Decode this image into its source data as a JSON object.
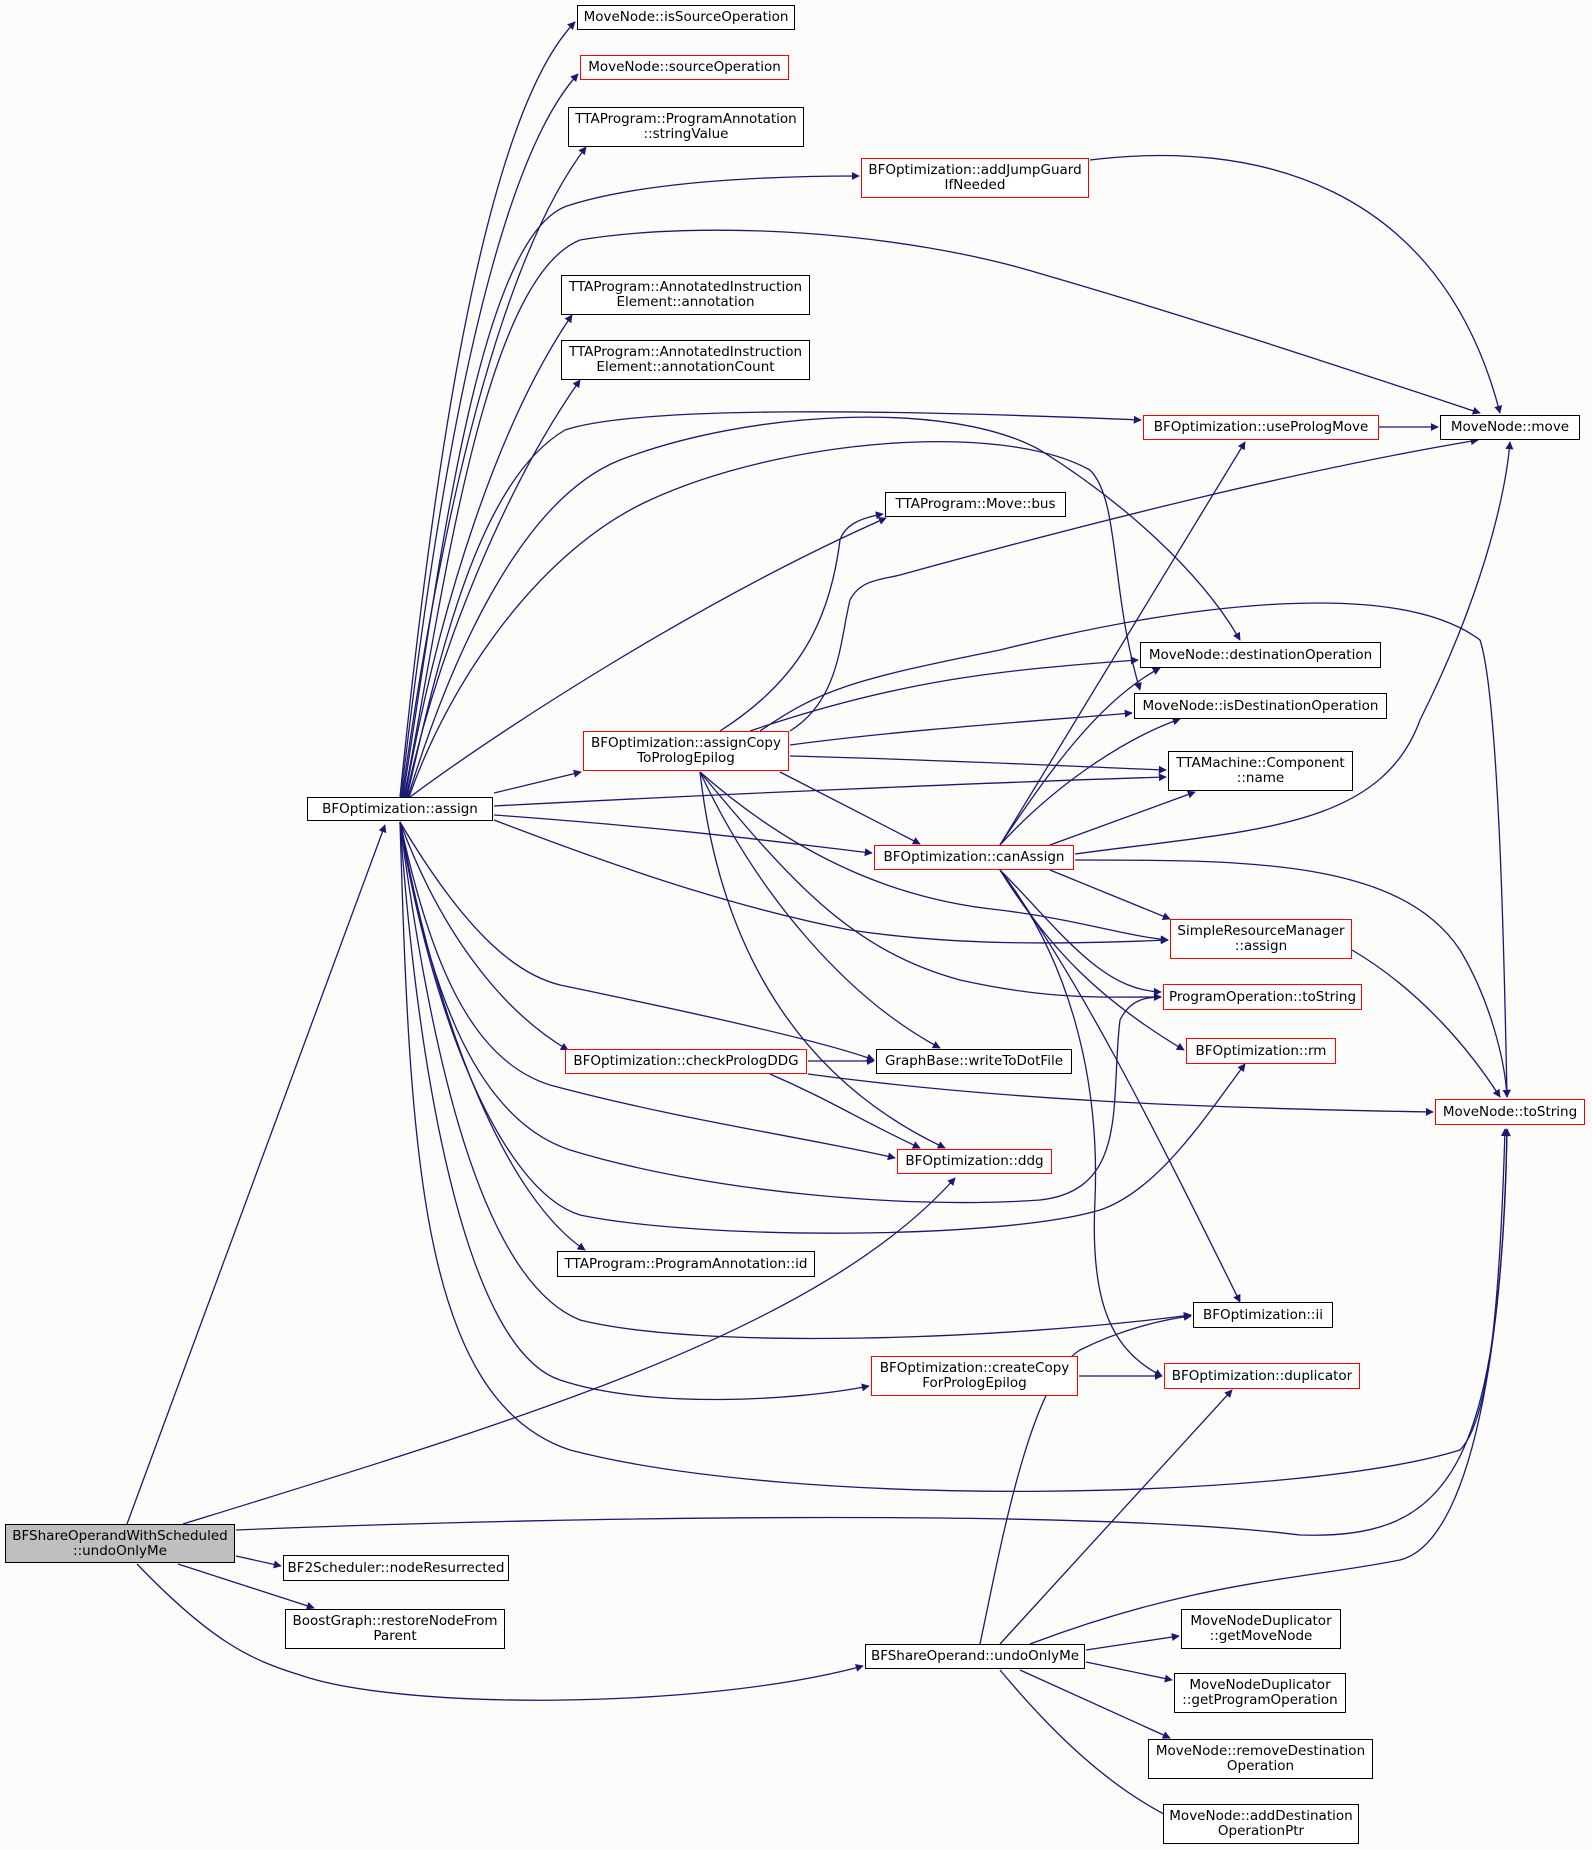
{
  "colors": {
    "edge": "#191970",
    "node_border": "#000000",
    "node_border_incomplete": "#ff0000",
    "root_fill": "#bfbfbf",
    "background": "#fcfcfa"
  },
  "nodes": {
    "root": {
      "lines": [
        "BFShareOperandWithScheduled",
        "::undoOnlyMe"
      ],
      "style": "root"
    },
    "assign": {
      "lines": [
        "BFOptimization::assign"
      ],
      "style": "normal"
    },
    "isSourceOperation": {
      "lines": [
        "MoveNode::isSourceOperation"
      ],
      "style": "normal"
    },
    "sourceOperation": {
      "lines": [
        "MoveNode::sourceOperation"
      ],
      "style": "red"
    },
    "stringValue": {
      "lines": [
        "TTAProgram::ProgramAnnotation",
        "::stringValue"
      ],
      "style": "normal"
    },
    "addJumpGuard": {
      "lines": [
        "BFOptimization::addJumpGuard",
        "IfNeeded"
      ],
      "style": "red"
    },
    "annotation": {
      "lines": [
        "TTAProgram::AnnotatedInstruction",
        "Element::annotation"
      ],
      "style": "normal"
    },
    "annotationCount": {
      "lines": [
        "TTAProgram::AnnotatedInstruction",
        "Element::annotationCount"
      ],
      "style": "normal"
    },
    "useProlog": {
      "lines": [
        "BFOptimization::usePrologMove"
      ],
      "style": "red"
    },
    "move": {
      "lines": [
        "MoveNode::move"
      ],
      "style": "normal"
    },
    "bus": {
      "lines": [
        "TTAProgram::Move::bus"
      ],
      "style": "normal"
    },
    "destOp": {
      "lines": [
        "MoveNode::destinationOperation"
      ],
      "style": "normal"
    },
    "isDestOp": {
      "lines": [
        "MoveNode::isDestinationOperation"
      ],
      "style": "normal"
    },
    "assignCopy": {
      "lines": [
        "BFOptimization::assignCopy",
        "ToPrologEpilog"
      ],
      "style": "red"
    },
    "compName": {
      "lines": [
        "TTAMachine::Component",
        "::name"
      ],
      "style": "normal"
    },
    "canAssign": {
      "lines": [
        "BFOptimization::canAssign"
      ],
      "style": "red"
    },
    "srmAssign": {
      "lines": [
        "SimpleResourceManager",
        "::assign"
      ],
      "style": "red"
    },
    "progOpToString": {
      "lines": [
        "ProgramOperation::toString"
      ],
      "style": "red"
    },
    "rm": {
      "lines": [
        "BFOptimization::rm"
      ],
      "style": "red"
    },
    "checkPrologDDG": {
      "lines": [
        "BFOptimization::checkPrologDDG"
      ],
      "style": "red"
    },
    "writeToDot": {
      "lines": [
        "GraphBase::writeToDotFile"
      ],
      "style": "normal"
    },
    "mnToString": {
      "lines": [
        "MoveNode::toString"
      ],
      "style": "red"
    },
    "ddg": {
      "lines": [
        "BFOptimization::ddg"
      ],
      "style": "red"
    },
    "annotId": {
      "lines": [
        "TTAProgram::ProgramAnnotation::id"
      ],
      "style": "normal"
    },
    "ii": {
      "lines": [
        "BFOptimization::ii"
      ],
      "style": "normal"
    },
    "createCopy": {
      "lines": [
        "BFOptimization::createCopy",
        "ForPrologEpilog"
      ],
      "style": "red"
    },
    "duplicator": {
      "lines": [
        "BFOptimization::duplicator"
      ],
      "style": "red"
    },
    "nodeResurrected": {
      "lines": [
        "BF2Scheduler::nodeResurrected"
      ],
      "style": "normal"
    },
    "restoreNode": {
      "lines": [
        "BoostGraph::restoreNodeFrom",
        "Parent"
      ],
      "style": "normal"
    },
    "getMoveNode": {
      "lines": [
        "MoveNodeDuplicator",
        "::getMoveNode"
      ],
      "style": "normal"
    },
    "bfsUndo": {
      "lines": [
        "BFShareOperand::undoOnlyMe"
      ],
      "style": "normal"
    },
    "getProgOp": {
      "lines": [
        "MoveNodeDuplicator",
        "::getProgramOperation"
      ],
      "style": "normal"
    },
    "removeDest": {
      "lines": [
        "MoveNode::removeDestination",
        "Operation"
      ],
      "style": "normal"
    },
    "addDest": {
      "lines": [
        "MoveNode::addDestination",
        "OperationPtr"
      ],
      "style": "normal"
    }
  }
}
